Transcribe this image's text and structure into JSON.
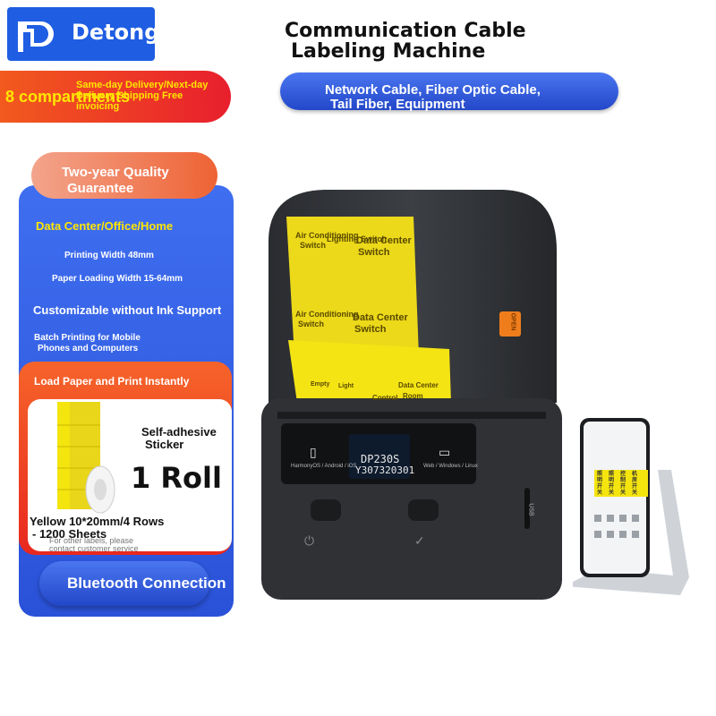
{
  "brand": {
    "name": "Detong"
  },
  "title": {
    "line1": "Communication Cable",
    "line2": "Labeling Machine"
  },
  "promo": {
    "compartments": "8 compartments",
    "delivery": "Same-day Delivery/Next-day Delivery Shipping Free invoicing"
  },
  "cable_types": {
    "line1": "Network Cable, Fiber Optic Cable,",
    "line2": "Tail Fiber, Equipment"
  },
  "quality": {
    "line1": "Two-year Quality",
    "line2": "Guarantee"
  },
  "features": [
    "Data Center/Office/Home",
    "Printing Width 48mm",
    "Paper Loading Width 15-64mm",
    "Customizable without Ink Support",
    "Batch Printing for Mobile",
    "Phones and Computers",
    "Load Paper and Print Instantly"
  ],
  "product": {
    "type_line1": "Self-adhesive",
    "type_line2": "Sticker",
    "quantity": "1 Roll",
    "spec_line1": "Yellow 10*20mm/4 Rows",
    "spec_line2": "- 1200 Sheets",
    "note_line1": "For other labels, please",
    "note_line2": "contact customer service"
  },
  "connection": {
    "label": "Bluetooth Connection"
  },
  "printer": {
    "model": "DP230S",
    "serial": "Y307320301",
    "os_left": "HarmonyOS / Android / iOS",
    "os_right": "Web / Windows / Linux",
    "open_label": "OPEN",
    "usb_label": "USB",
    "label_texts": {
      "a1": "Air Conditioning",
      "a2": "Switch",
      "b1": "Lighting Switch",
      "c1": "Data Center",
      "c2": "Switch",
      "d1": "Empty",
      "d2": "Light",
      "d3": "Control",
      "d4": "Data Center",
      "d5": "Room"
    }
  },
  "phone_labels": [
    "照明开关",
    "照明开关",
    "控制开关",
    "机房开关"
  ],
  "colors": {
    "brand_blue": "#1f5ee3",
    "accent_red": "#e8281f",
    "label_yellow": "#f5e50f",
    "accent_orange": "#f07d1c"
  }
}
